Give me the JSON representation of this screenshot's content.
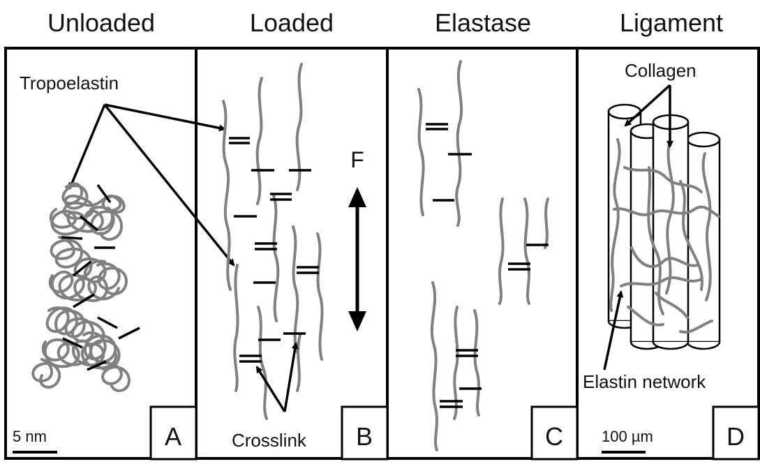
{
  "panels": [
    {
      "id": "A",
      "title": "Unloaded",
      "letter": "A",
      "scale_label": "5 nm"
    },
    {
      "id": "B",
      "title": "Loaded",
      "letter": "B"
    },
    {
      "id": "C",
      "title": "Elastase",
      "letter": "C"
    },
    {
      "id": "D",
      "title": "Ligament",
      "letter": "D",
      "scale_label": "100 µm"
    }
  ],
  "labels": {
    "tropoelastin": "Tropoelastin",
    "force": "F",
    "crosslink": "Crosslink",
    "collagen": "Collagen",
    "elastin_network": "Elastin network"
  },
  "colors": {
    "fiber": "#808080",
    "line": "#000000",
    "background": "#ffffff"
  }
}
